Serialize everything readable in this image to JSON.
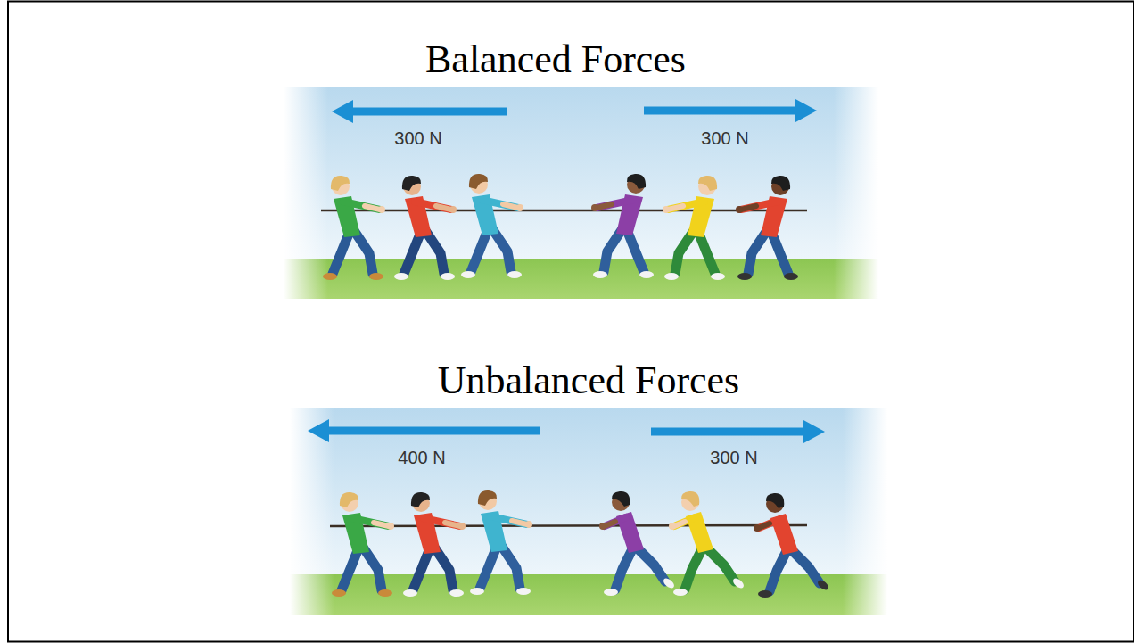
{
  "diagram": {
    "labels": [
      "Balanced Forces",
      "300 N",
      "300 N",
      "Unbalanced Forces",
      "400 N",
      "300 N"
    ]
  }
}
